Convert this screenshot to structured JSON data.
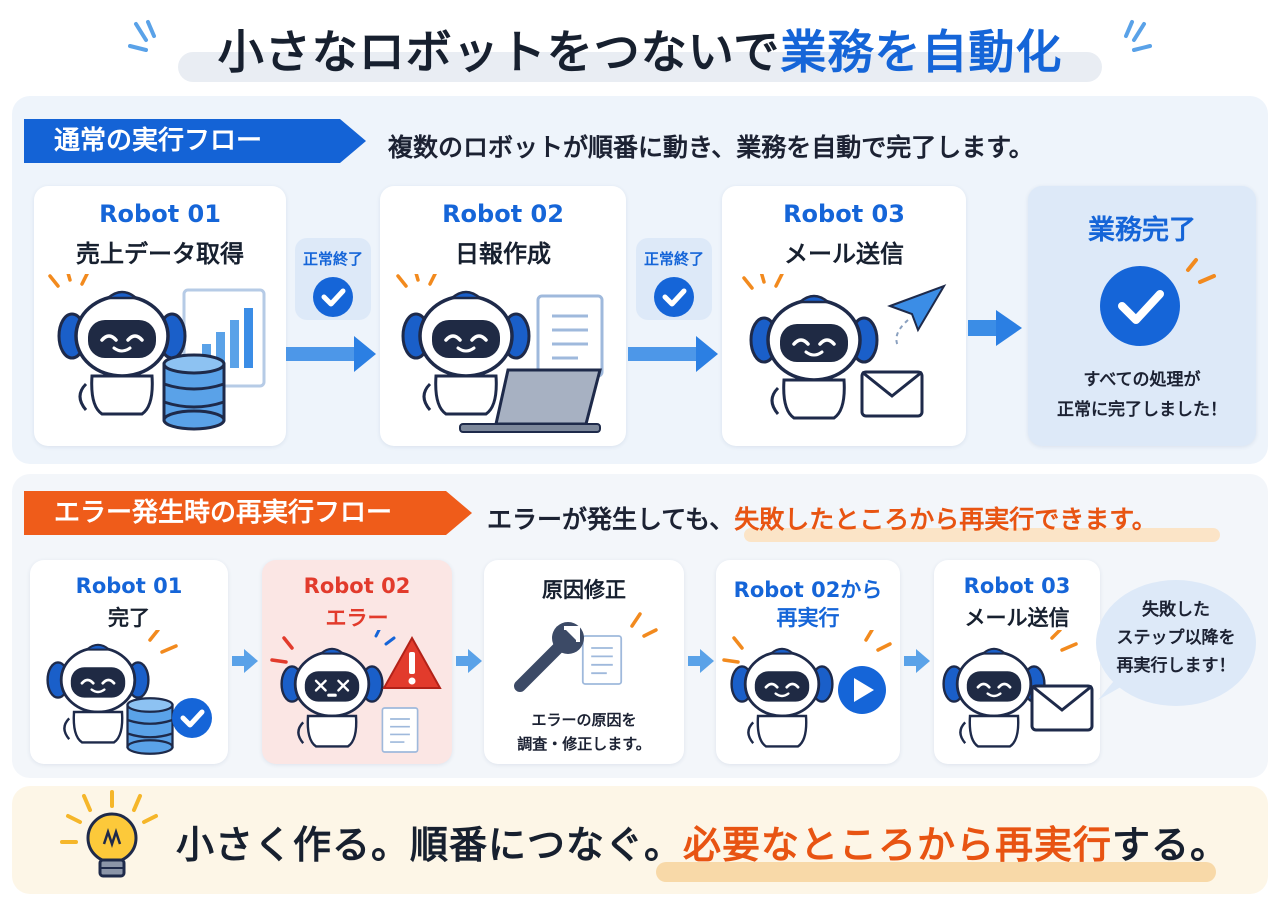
{
  "title": {
    "part1": "小さなロボットをつないで",
    "part2": "業務を自動化"
  },
  "normal_flow": {
    "banner": "通常の実行フロー",
    "description": "複数のロボットが順番に動き、業務を自動で完了します。",
    "steps": [
      {
        "robot": "Robot 01",
        "task": "売上データ取得"
      },
      {
        "robot": "Robot 02",
        "task": "日報作成"
      },
      {
        "robot": "Robot 03",
        "task": "メール送信"
      }
    ],
    "status_chip": "正常終了",
    "done": {
      "title": "業務完了",
      "line1": "すべての処理が",
      "line2": "正常に完了しました！"
    }
  },
  "error_flow": {
    "banner": "エラー発生時の再実行フロー",
    "description_plain": "エラーが発生しても、",
    "description_emphasis": "失敗したところから再実行できます。",
    "steps": [
      {
        "robot": "Robot 01",
        "status": "完了"
      },
      {
        "robot": "Robot 02",
        "status": "エラー"
      },
      {
        "title": "原因修正",
        "note1": "エラーの原因を",
        "note2": "調査・修正します。"
      },
      {
        "robot": "Robot 02から",
        "status": "再実行"
      },
      {
        "robot": "Robot 03",
        "status": "メール送信"
      }
    ],
    "bubble": {
      "line1": "失敗した",
      "line2": "ステップ以降を",
      "line3": "再実行します！"
    }
  },
  "footer": {
    "part1": "小さく作る。順番につなぐ。",
    "part2": "必要なところから再実行",
    "part3": "する。"
  },
  "colors": {
    "blue": "#1565d8",
    "orange": "#ef5c1a",
    "red": "#e23b2c",
    "navy": "#1e2a4a"
  }
}
